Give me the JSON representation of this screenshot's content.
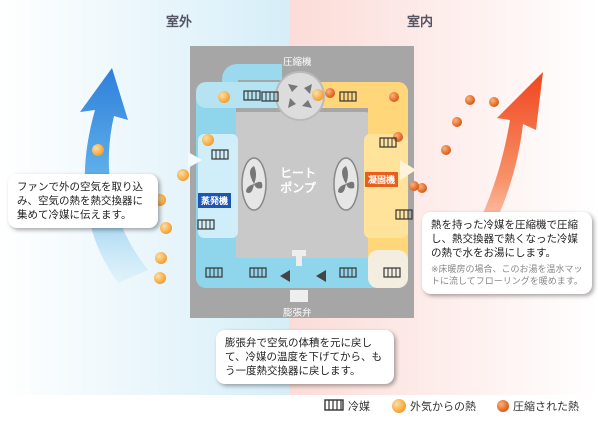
{
  "zones": {
    "outdoor": "室外",
    "indoor": "室内"
  },
  "components": {
    "compressor": "圧縮機",
    "evaporator": "蒸発機",
    "condenser": "凝固機",
    "expansion_valve": "膨張弁",
    "center": "ヒート\nポンプ"
  },
  "callouts": {
    "left": "ファンで外の空気を取り込み、空気の熱を熱交換器に集めて冷媒に伝えます。",
    "right": "熱を持った冷媒を圧縮機で圧縮し、熱交換器で熱くなった冷媒の熱で水をお湯にします。",
    "right_note": "※床暖房の場合、このお湯を温水マットに流してフローリングを暖めます。",
    "bottom": "膨張弁で空気の体積を元に戻して、冷媒の温度を下げてから、もう一度熱交換器に戻します。"
  },
  "legend": {
    "refrigerant": "冷媒",
    "outside_heat": "外気からの熱",
    "compressed_heat": "圧縮された熱"
  },
  "colors": {
    "outdoor_bg": "#e4f3fa",
    "indoor_bg": "#fde8e5",
    "cold_pipe": "#8fd6ec",
    "hot_pipe": "#ffd77a",
    "cold_arrow": "#3a8fe0",
    "hot_arrow": "#f05a28",
    "outside_heat_ball": "#f7a23a",
    "compressed_heat_ball": "#e86a1c",
    "housing": "#a6a6a6"
  }
}
